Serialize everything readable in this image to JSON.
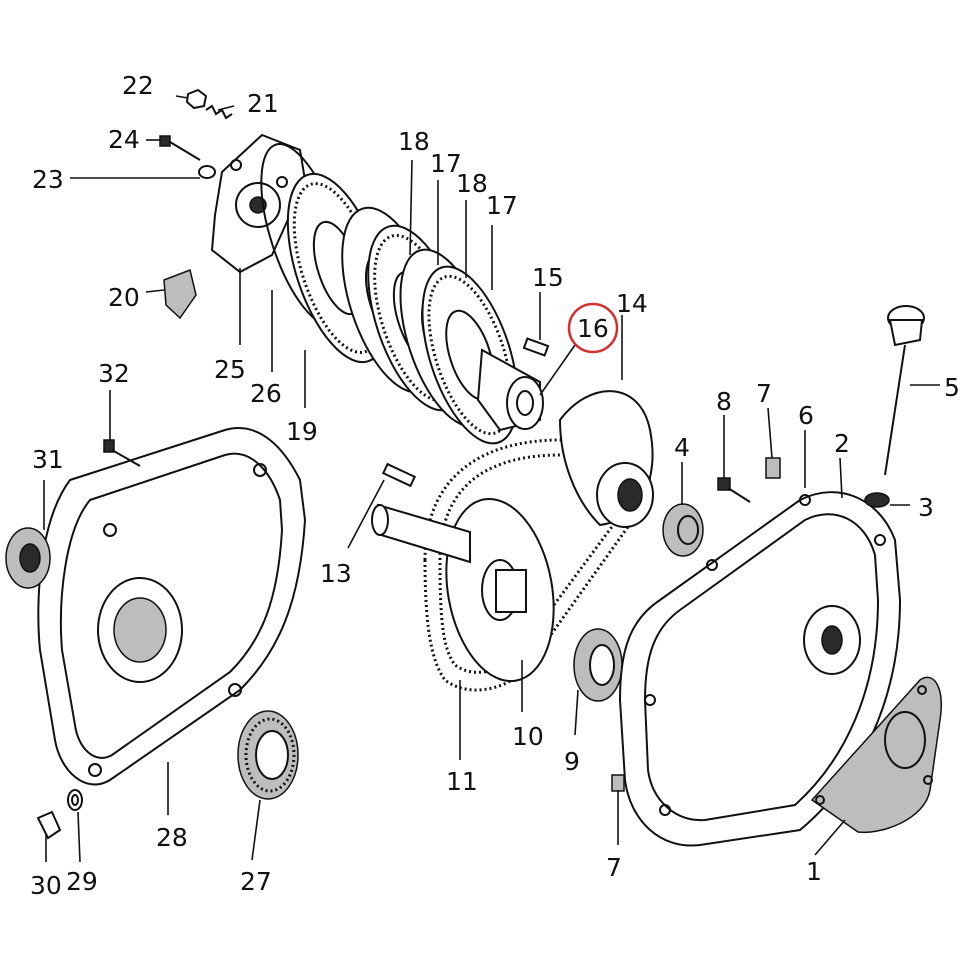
{
  "highlight_color": "#d32f2f",
  "highlighted_label": "16",
  "labels": {
    "l1": "1",
    "l2": "2",
    "l3": "3",
    "l4": "4",
    "l5": "5",
    "l6": "6",
    "l7a": "7",
    "l7b": "7",
    "l8": "8",
    "l9": "9",
    "l10": "10",
    "l11": "11",
    "l13": "13",
    "l14": "14",
    "l15": "15",
    "l16": "16",
    "l17a": "17",
    "l17b": "17",
    "l18a": "18",
    "l18b": "18",
    "l19": "19",
    "l20": "20",
    "l21": "21",
    "l22": "22",
    "l23": "23",
    "l24": "24",
    "l25": "25",
    "l26": "26",
    "l27": "27",
    "l28": "28",
    "l29": "29",
    "l30": "30",
    "l31": "31",
    "l32": "32"
  }
}
